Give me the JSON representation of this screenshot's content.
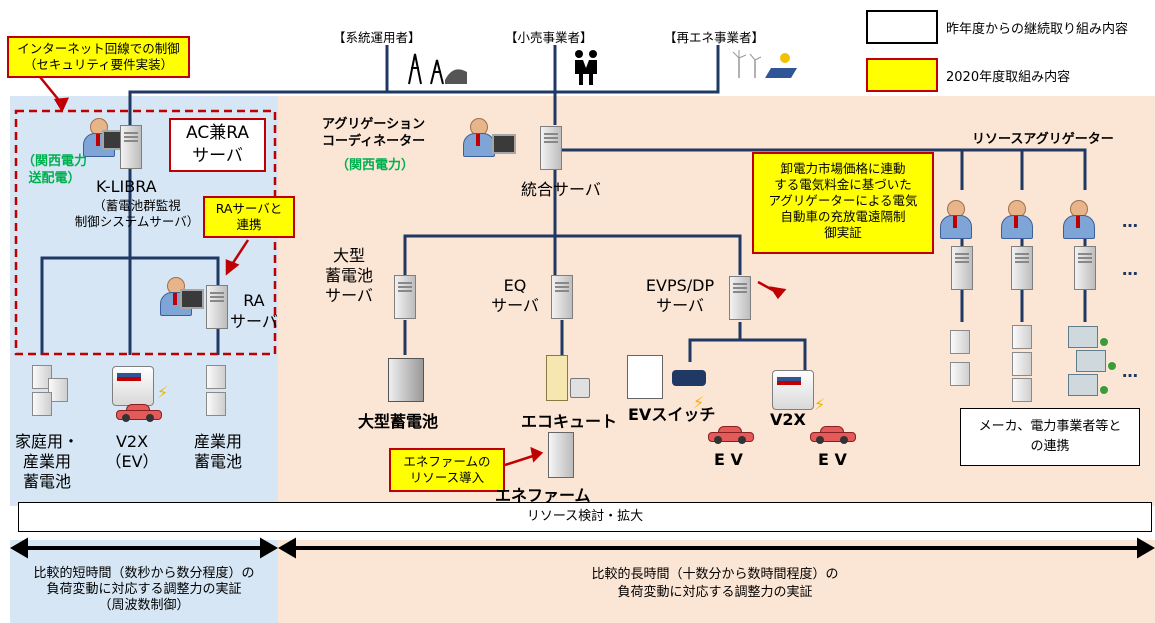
{
  "legend": {
    "continuing": "昨年度からの継続取り組み内容",
    "new2020": "2020年度取組み内容"
  },
  "stakeholders": [
    "【系統運用者】",
    "【小売事業者】",
    "【再エネ事業者】"
  ],
  "callouts": {
    "internet": [
      "インターネット回線での制御",
      "（セキュリティ要件実装）"
    ],
    "ra_link": [
      "RAサーバと",
      "連携"
    ],
    "market": [
      "卸電力市場価格に連動",
      "する電気料金に基づいた",
      "アグリゲーターによる電気",
      "自動車の充放電遠隔制",
      "御実証"
    ],
    "enefarm": [
      "エネファームの",
      "リソース導入"
    ]
  },
  "left": {
    "kansai_td": [
      "（関西電力",
      "送配電）"
    ],
    "ac_ra": [
      "AC兼RA",
      "サーバ"
    ],
    "klibra": "K-LIBRA",
    "klibra_desc": [
      "（蓄電池群監視",
      "制御システムサーバ）"
    ],
    "ra_server": [
      "RA",
      "サーバ"
    ],
    "res1": [
      "家庭用・",
      "産業用",
      "蓄電池"
    ],
    "res2": [
      "V2X",
      "（EV）"
    ],
    "res3": [
      "産業用",
      "蓄電池"
    ]
  },
  "right": {
    "aggregator": [
      "アグリゲーション",
      "コーディネーター"
    ],
    "kansai": "（関西電力）",
    "integrated": "統合サーバ",
    "resource_agg": "リソースアグリゲーター",
    "large_srv": [
      "大型",
      "蓄電池",
      "サーバ"
    ],
    "eq_srv": [
      "EQ",
      "サーバ"
    ],
    "evps_srv": [
      "EVPS/DP",
      "サーバ"
    ],
    "large_batt": "大型蓄電池",
    "ecocute": "エコキュート",
    "enefarm": "エネファーム",
    "ev_switch": "EVスイッチ",
    "v2x": "V2X",
    "ev": "E V",
    "maker": [
      "メーカ、電力事業者等と",
      "の連携"
    ],
    "dots": "…"
  },
  "bar": "リソース検討・拡大",
  "bottom": {
    "left": [
      "比較的短時間（数秒から数分程度）の",
      "負荷変動に対応する調整力の実証",
      "（周波数制御）"
    ],
    "right": [
      "比較的長時間（十数分から数時間程度）の",
      "負荷変動に対応する調整力の実証"
    ]
  },
  "colors": {
    "line": "#1f3864",
    "red": "#c00000",
    "green": "#00b050",
    "yellow": "#ffff00",
    "blue_panel": "#d6e6f4",
    "peach_panel": "#fbe5d4"
  }
}
